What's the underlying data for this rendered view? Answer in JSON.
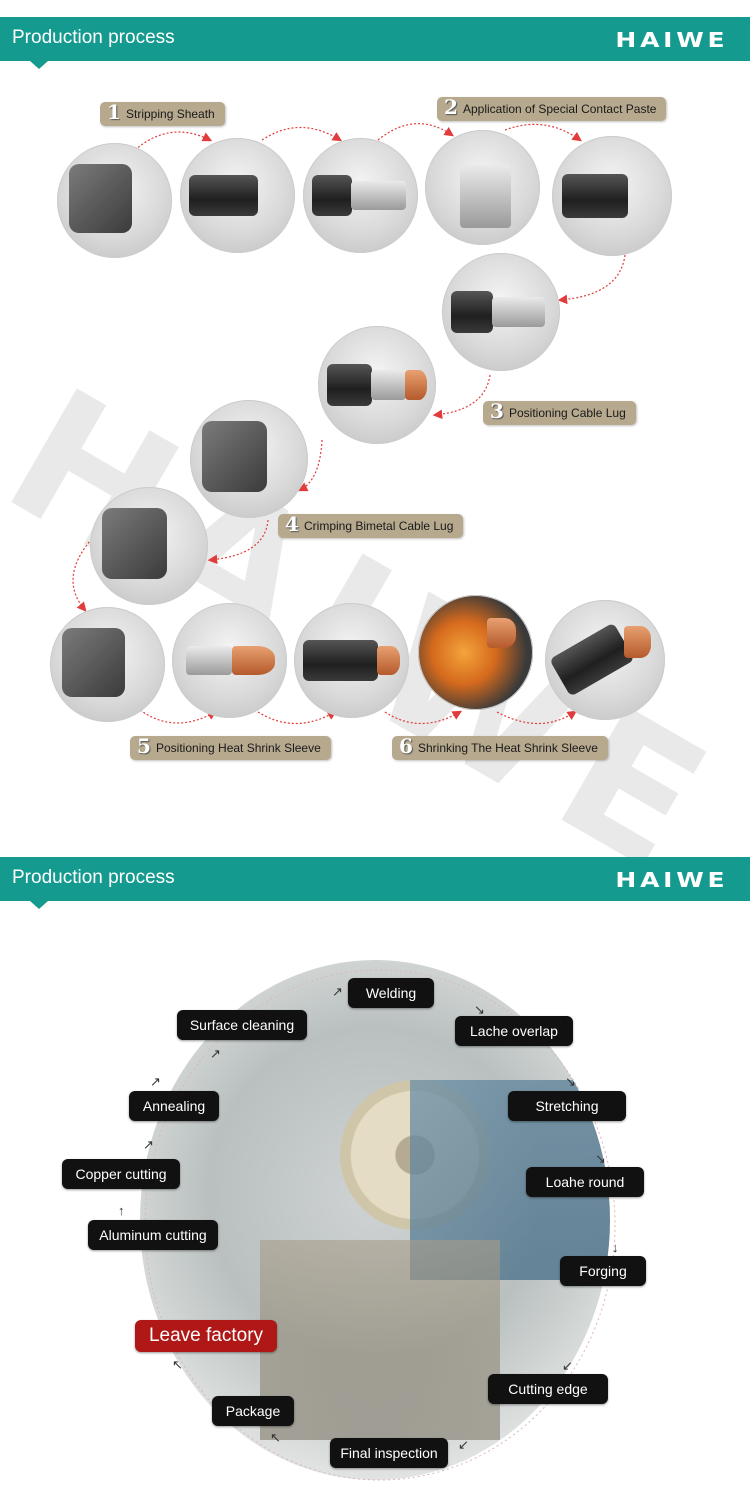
{
  "banner1": {
    "title": "Production process",
    "logo": "HAIWE"
  },
  "banner2": {
    "title": "Production process",
    "logo": "HAIWE"
  },
  "watermark": "HAIWE",
  "steps": [
    {
      "num": "1",
      "label": "Stripping Sheath"
    },
    {
      "num": "2",
      "label": "Application of Special Contact Paste"
    },
    {
      "num": "3",
      "label": "Positioning Cable Lug"
    },
    {
      "num": "4",
      "label": "Crimping Bimetal Cable Lug"
    },
    {
      "num": "5",
      "label": "Positioning Heat Shrink Sleeve"
    },
    {
      "num": "6",
      "label": "Shrinking The Heat Shrink Sleeve"
    }
  ],
  "cycle": {
    "welding": "Welding",
    "lache_overlap": "Lache overlap",
    "stretching": "Stretching",
    "loahe_round": "Loahe round",
    "forging": "Forging",
    "cutting_edge": "Cutting edge",
    "final_inspection": "Final inspection",
    "package": "Package",
    "leave_factory": "Leave factory",
    "aluminum_cutting": "Aluminum cutting",
    "copper_cutting": "Copper cutting",
    "annealing": "Annealing",
    "surface_cleaning": "Surface cleaning"
  },
  "colors": {
    "banner": "#159a8f",
    "step_label": "#b6a98e",
    "arrow": "#e23b3b",
    "leave_factory": "#b01818"
  }
}
